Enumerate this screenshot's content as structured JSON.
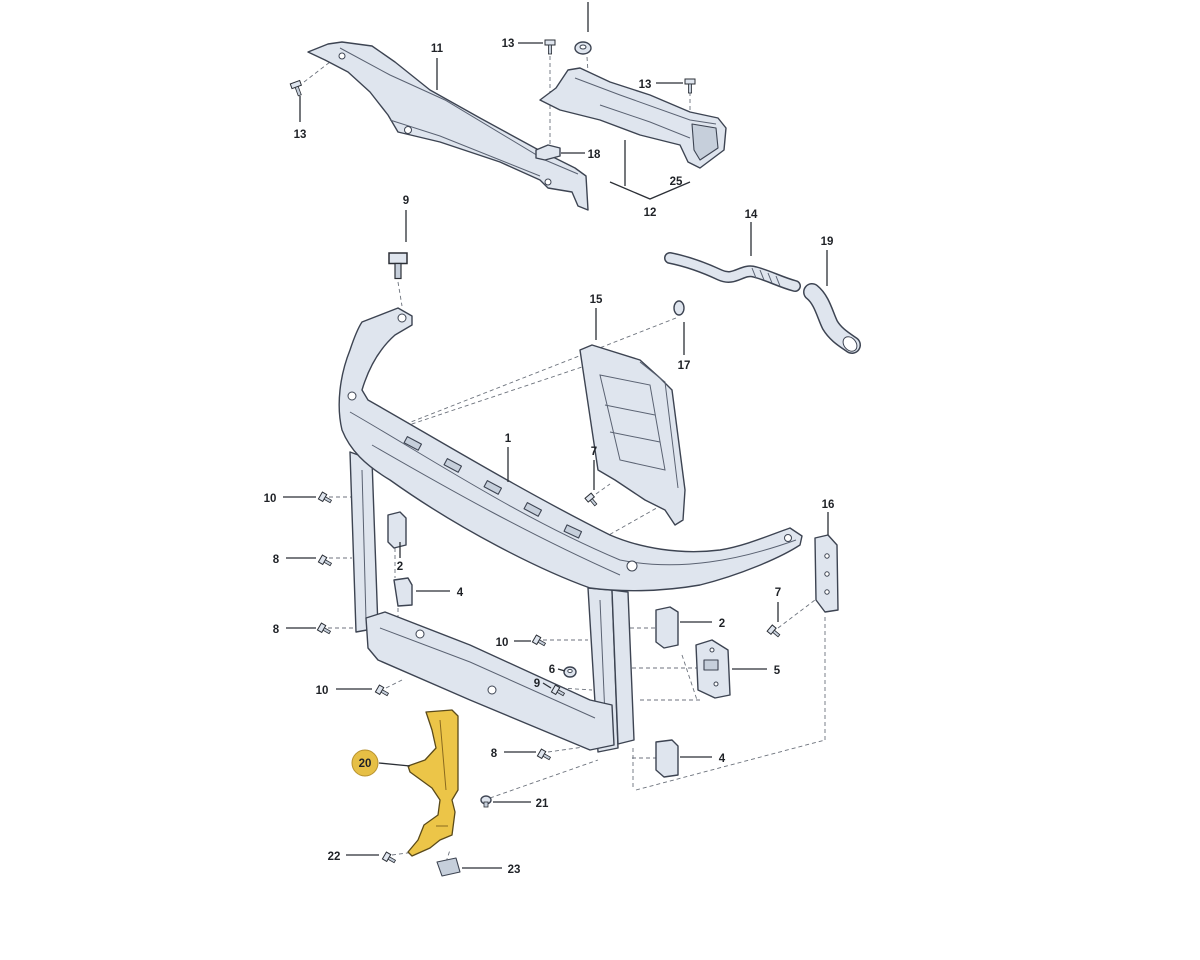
{
  "callouts": [
    "11",
    "13",
    "13",
    "13",
    "18",
    "25",
    "12",
    "9",
    "14",
    "19",
    "15",
    "17",
    "1",
    "7",
    "16",
    "10",
    "8",
    "2",
    "4",
    "7",
    "8",
    "2",
    "10",
    "6",
    "5",
    "9",
    "10",
    "8",
    "4",
    "20",
    "21",
    "22",
    "23"
  ],
  "colors": {
    "highlight": "#ecc548",
    "highlight_badge": "#e6bf45",
    "part_fill": "#dfe5ee",
    "outline": "#3d4452"
  }
}
